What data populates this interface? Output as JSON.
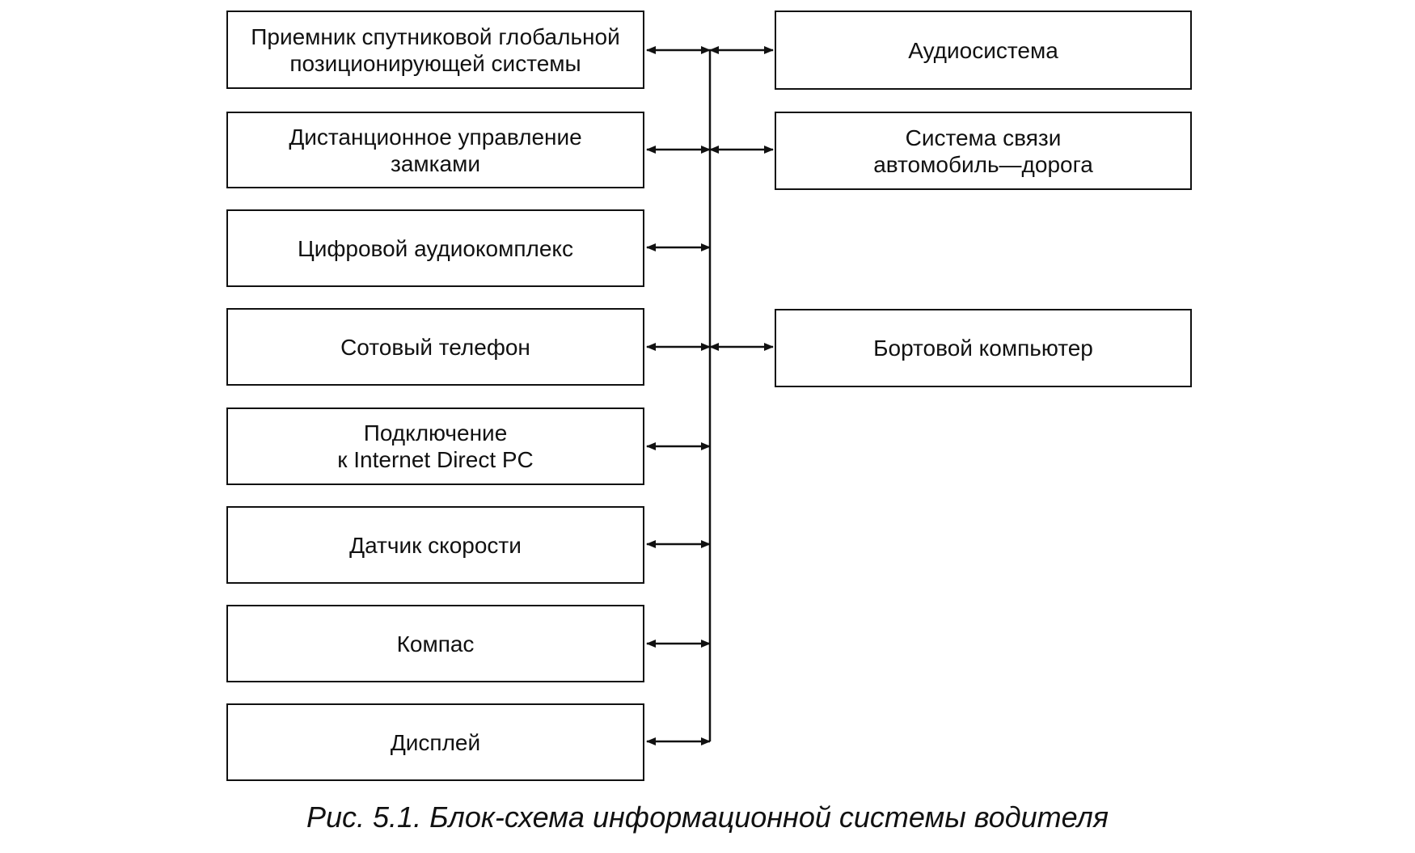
{
  "left_blocks": [
    {
      "line1": "Приемник спутниковой глобальной",
      "line2": "позиционирующей системы"
    },
    {
      "line1": "Дистанционное управление",
      "line2": "замками"
    },
    {
      "line1": "Цифровой аудиокомплекс",
      "line2": ""
    },
    {
      "line1": "Сотовый телефон",
      "line2": ""
    },
    {
      "line1": "Подключение",
      "line2": "к Internet Direct PC"
    },
    {
      "line1": "Датчик скорости",
      "line2": ""
    },
    {
      "line1": "Компас",
      "line2": ""
    },
    {
      "line1": "Дисплей",
      "line2": ""
    }
  ],
  "right_blocks": [
    {
      "line1": "Аудиосистема",
      "line2": ""
    },
    {
      "line1": "Система связи",
      "line2": "автомобиль—дорога"
    },
    {
      "line1": "Бортовой компьютер",
      "line2": ""
    }
  ],
  "caption": "Рис. 5.1. Блок-схема информационной системы водителя",
  "colors": {
    "line": "#111111",
    "background": "#ffffff"
  }
}
